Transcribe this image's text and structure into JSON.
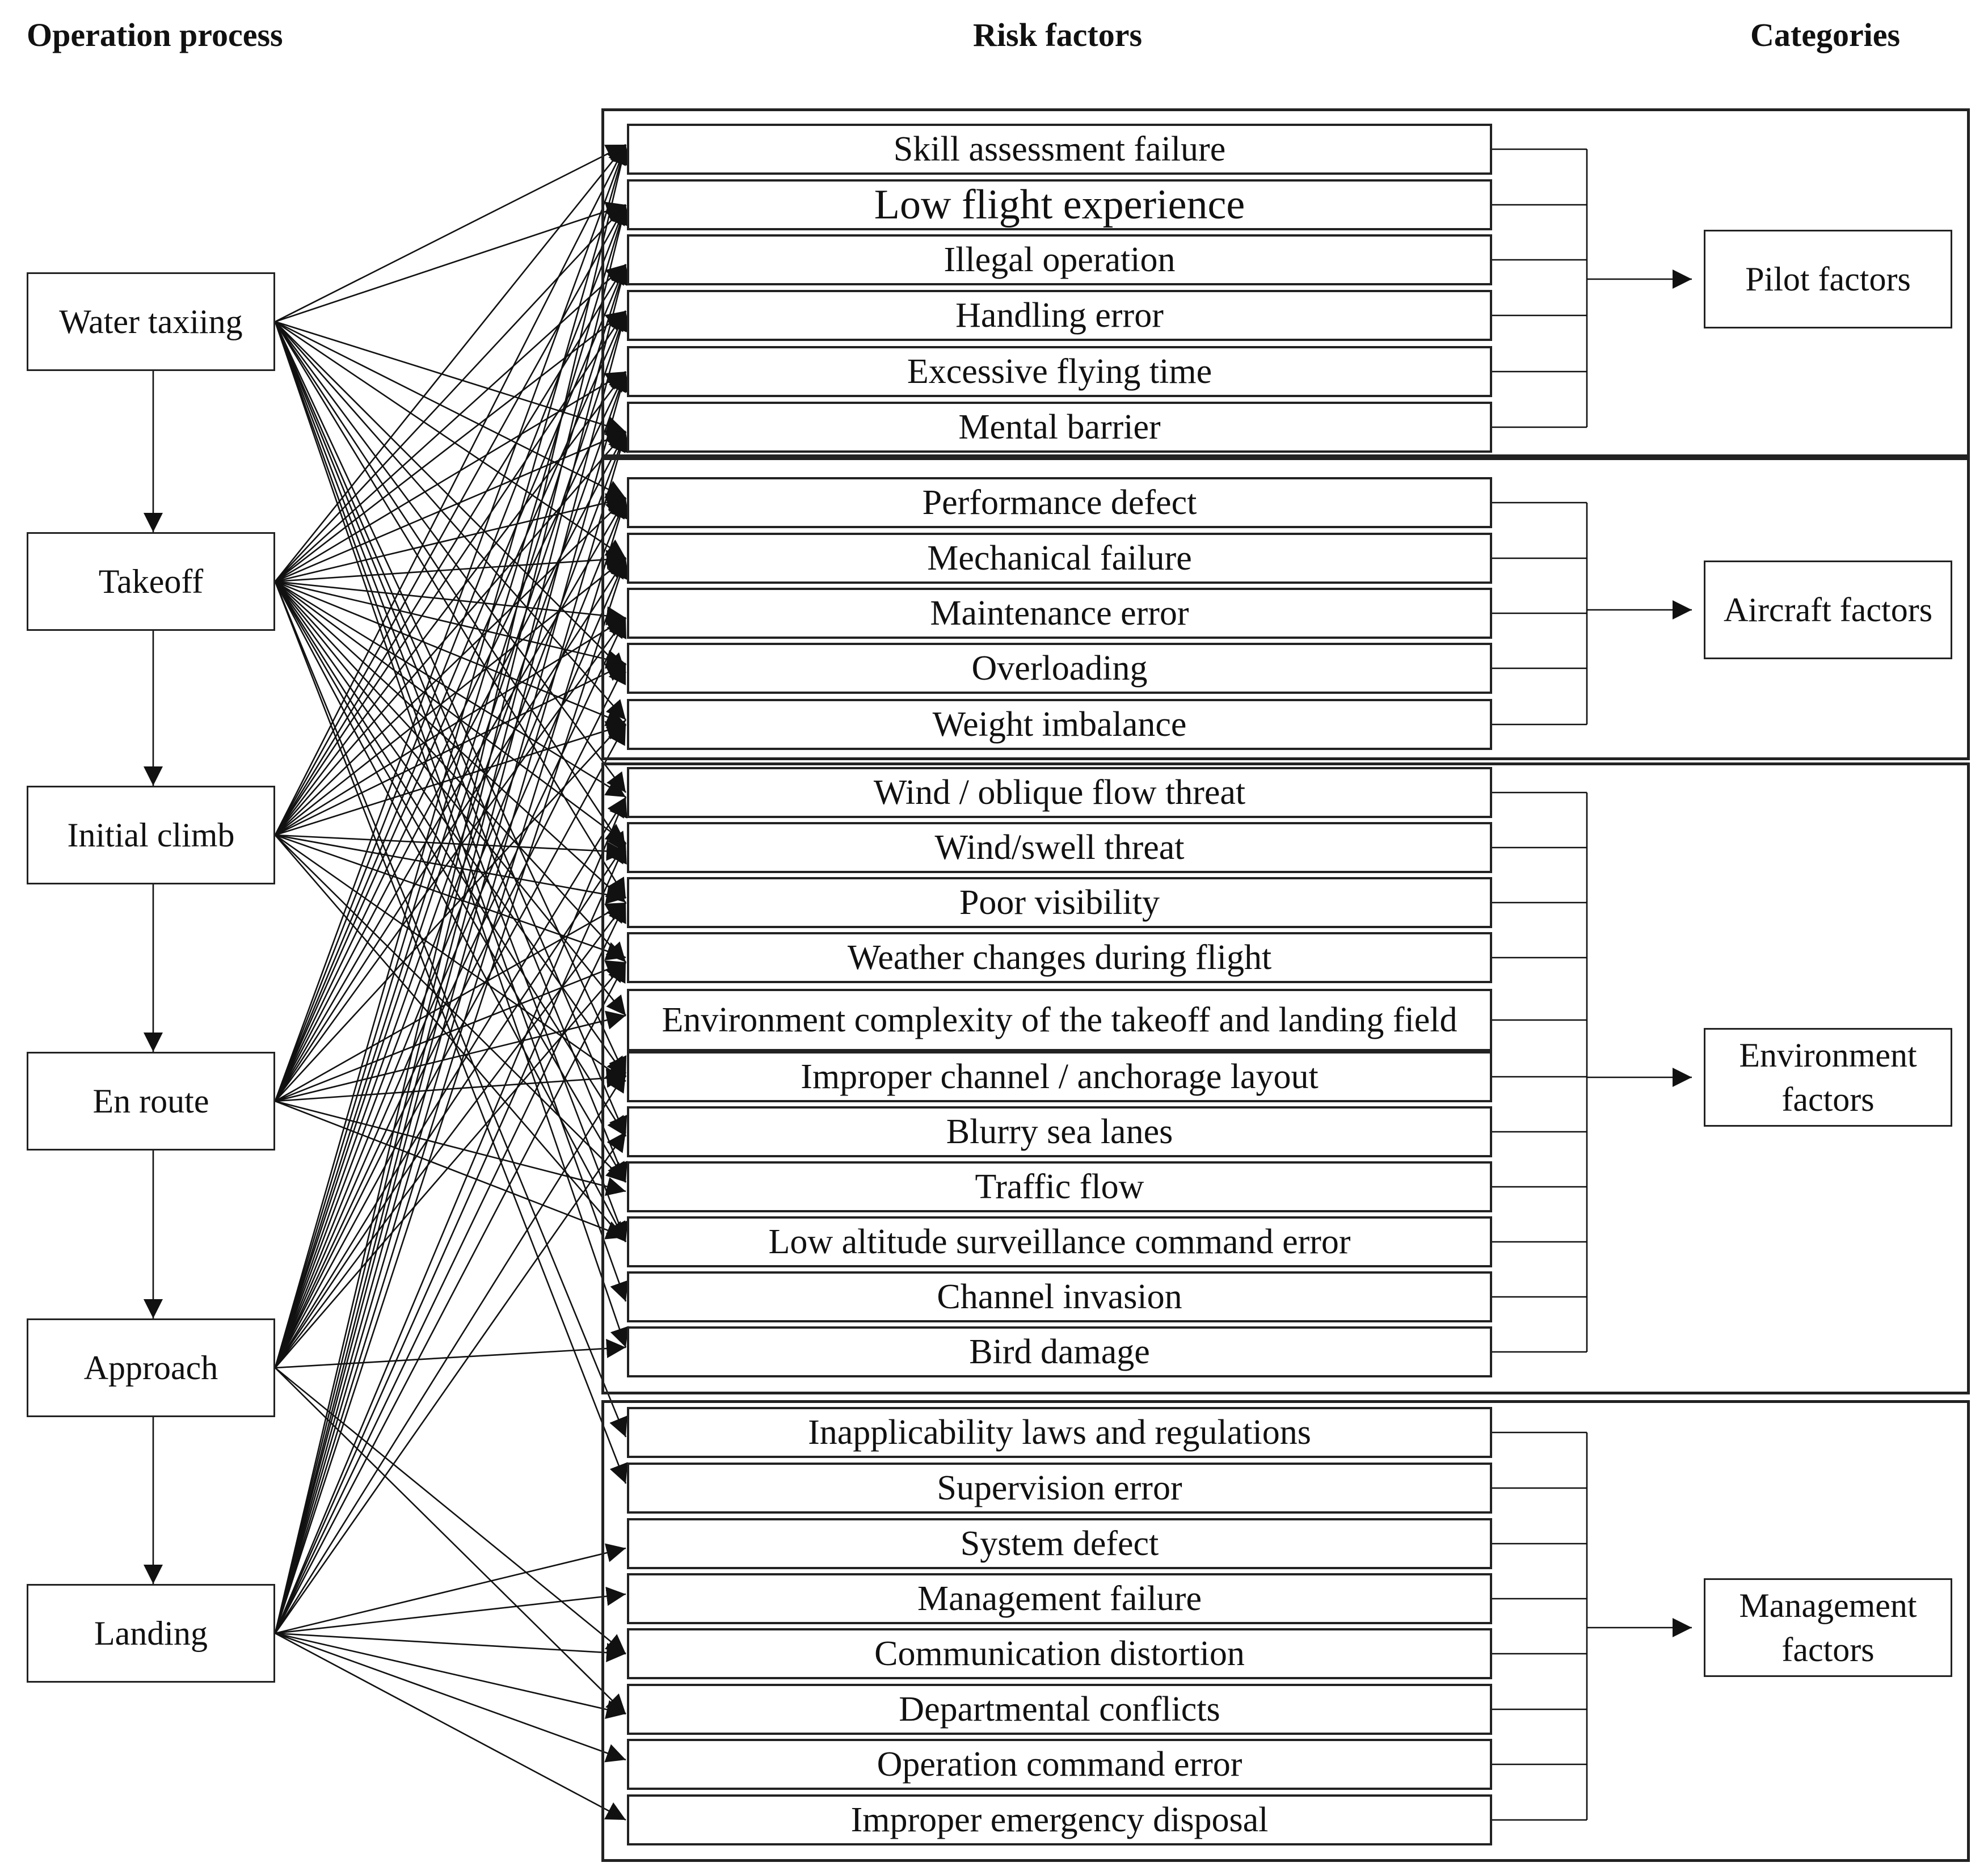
{
  "headers": {
    "operation_process": "Operation process",
    "risk_factors": "Risk factors",
    "categories": "Categories"
  },
  "process_steps": [
    "Water taxiing",
    "Takeoff",
    "Initial climb",
    "En route",
    "Approach",
    "Landing"
  ],
  "risk_factors": [
    "Skill assessment failure",
    "Low flight experience",
    "Illegal operation",
    "Handling error",
    "Excessive flying time",
    "Mental barrier",
    "Performance defect",
    "Mechanical failure",
    "Maintenance error",
    "Overloading",
    "Weight imbalance",
    "Wind / oblique flow threat",
    "Wind/swell threat",
    "Poor visibility",
    "Weather changes during flight",
    "Environment complexity of the takeoff and landing field",
    "Improper channel / anchorage layout",
    "Blurry sea lanes",
    "Traffic flow",
    "Low altitude surveillance command error",
    "Channel invasion",
    "Bird damage",
    "Inapplicability laws and regulations",
    "Supervision error",
    "System defect",
    "Management failure",
    "Communication distortion",
    "Departmental conflicts",
    "Operation command error",
    "Improper emergency disposal"
  ],
  "categories": [
    {
      "label": "Pilot factors",
      "members": [
        0,
        1,
        2,
        3,
        4,
        5
      ]
    },
    {
      "label": "Aircraft factors",
      "members": [
        6,
        7,
        8,
        9,
        10
      ]
    },
    {
      "label": "Environment factors",
      "members": [
        11,
        12,
        13,
        14,
        15,
        16,
        17,
        18,
        19,
        20,
        21
      ]
    },
    {
      "label": "Management factors",
      "members": [
        22,
        23,
        24,
        25,
        26,
        27,
        28,
        29
      ]
    }
  ],
  "links": [
    {
      "from": 0,
      "to": [
        0,
        1,
        5,
        6,
        7,
        9,
        10,
        11,
        12,
        13,
        16,
        17,
        18,
        19,
        20,
        21
      ]
    },
    {
      "from": 1,
      "to": [
        0,
        1,
        2,
        3,
        4,
        5,
        6,
        7,
        8,
        9,
        10,
        11,
        12,
        13,
        14,
        15,
        16,
        17,
        18,
        19,
        22,
        23
      ]
    },
    {
      "from": 2,
      "to": [
        0,
        1,
        2,
        3,
        4,
        5,
        6,
        7,
        8,
        9,
        10,
        12,
        13,
        14,
        16,
        18,
        19
      ]
    },
    {
      "from": 3,
      "to": [
        0,
        1,
        2,
        3,
        4,
        5,
        6,
        7,
        8,
        10,
        13,
        14,
        15,
        16,
        18,
        19
      ]
    },
    {
      "from": 4,
      "to": [
        0,
        1,
        2,
        3,
        4,
        5,
        6,
        7,
        8,
        9,
        10,
        11,
        12,
        13,
        14,
        21,
        26,
        27
      ]
    },
    {
      "from": 5,
      "to": [
        0,
        1,
        2,
        3,
        4,
        5,
        6,
        7,
        11,
        12,
        13,
        14,
        16,
        17,
        24,
        25,
        26,
        27,
        28,
        29
      ]
    }
  ]
}
